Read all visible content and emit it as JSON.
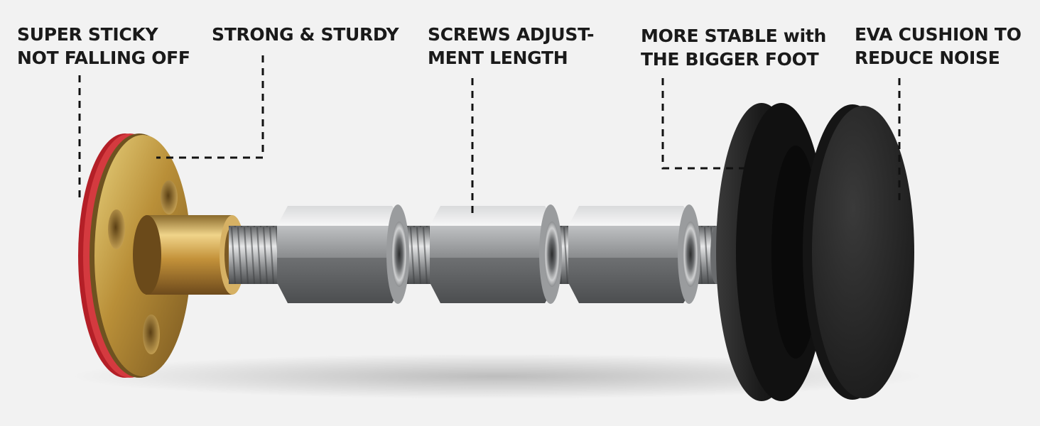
{
  "colors": {
    "background": "#f2f2f2",
    "label_text": "#1a1a1a",
    "adhesive_pad": "#c4242c",
    "brass": "#b8923a",
    "steel": "#a9abad",
    "rubber": "#1c1c1c"
  },
  "callouts": [
    {
      "id": "sticky",
      "lines": [
        "SUPER STICKY",
        "NOT FALLING OFF"
      ]
    },
    {
      "id": "sturdy",
      "lines": [
        "STRONG & STURDY"
      ]
    },
    {
      "id": "screws",
      "lines": [
        "SCREWS ADJUST-",
        "MENT LENGTH"
      ]
    },
    {
      "id": "stable",
      "lines": [
        "MORE STABLE with",
        "THE BIGGER FOOT"
      ]
    },
    {
      "id": "eva",
      "lines": [
        "EVA CUSHION TO",
        "REDUCE NOISE"
      ]
    }
  ]
}
